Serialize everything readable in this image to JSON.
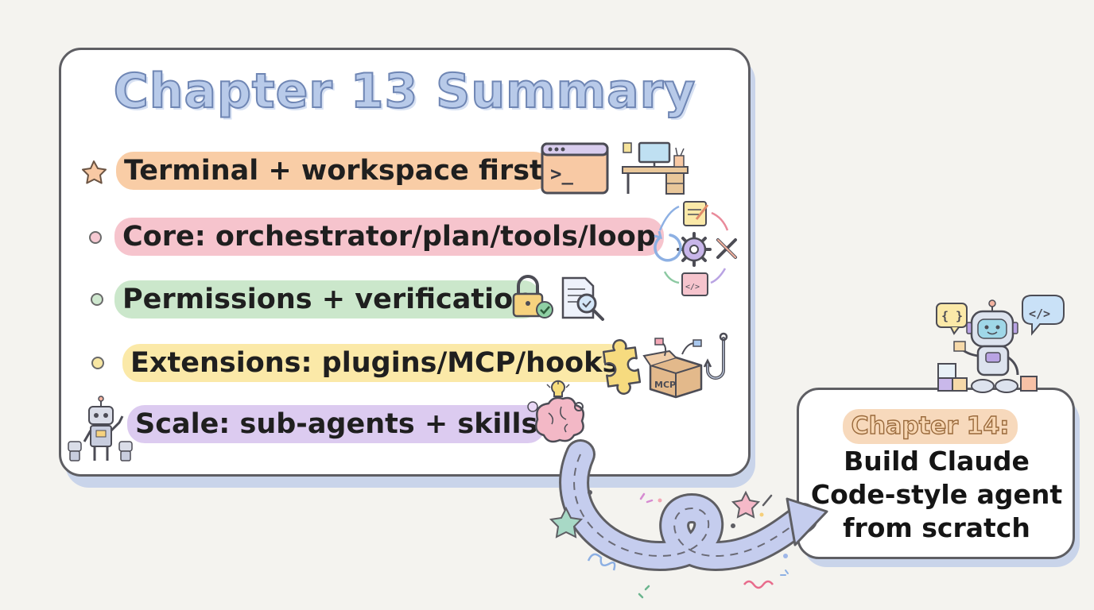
{
  "summary": {
    "title": "Chapter 13 Summary",
    "items": [
      {
        "label": "Terminal + workspace first",
        "marker": "star-icon",
        "highlight": "#f9cda6"
      },
      {
        "label": "Core: orchestrator/plan/tools/loop",
        "marker": "bullet-dot",
        "highlight": "#f6c4cd"
      },
      {
        "label": "Permissions + verification",
        "marker": "bullet-dot",
        "highlight": "#cbe7cb"
      },
      {
        "label": "Extensions: plugins/MCP/hooks",
        "marker": "bullet-dot",
        "highlight": "#fbe9a8"
      },
      {
        "label": "Scale: sub-agents + skills",
        "marker": "robot-icon",
        "highlight": "#dccbf0"
      }
    ],
    "icons": [
      "terminal-window-icon",
      "workspace-desk-icon",
      "agent-loop-cycle-icon",
      "padlock-check-icon",
      "document-search-icon",
      "puzzle-piece-icon",
      "mcp-box-icon",
      "hook-icon",
      "brain-ideas-icon",
      "robot-team-icon"
    ]
  },
  "next": {
    "chapter": "Chapter 14:",
    "lines": [
      "Build Claude",
      "Code-style agent",
      "from scratch"
    ],
    "icons": [
      "robot-builder-icon",
      "braces-bubble-icon",
      "code-tag-bubble-icon",
      "curved-arrow-icon"
    ]
  },
  "colors": {
    "background": "#f4f3ef",
    "card_border": "#5e5e63",
    "title_fill": "#b8cae9",
    "arrow": "#bcc6ea"
  },
  "ornaments": {
    "box_mcp_label": "MCP",
    "terminal_prompt": ">_",
    "braces": "{ }",
    "code_tag": "</>"
  }
}
